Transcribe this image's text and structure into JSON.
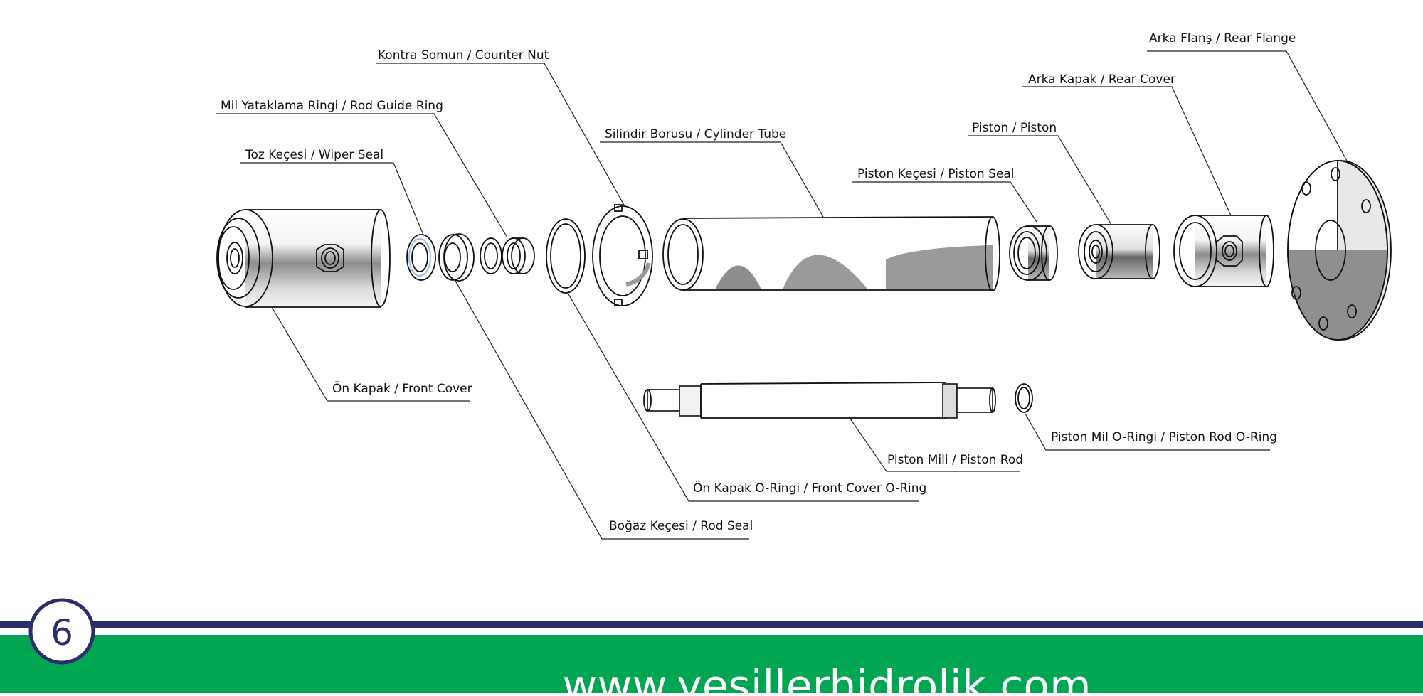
{
  "labels": {
    "kontra_somun": "Kontra Somun / Counter Nut",
    "rod_guide_ring": "Mil Yataklama Ringi / Rod Guide Ring",
    "wiper_seal": "Toz Keçesi / Wiper Seal",
    "cylinder_tube": "Silindir Borusu / Cylinder Tube",
    "piston_seal": "Piston Keçesi / Piston Seal",
    "piston": "Piston / Piston",
    "rear_cover": "Arka Kapak / Rear Cover",
    "rear_flange": "Arka Flanş / Rear Flange",
    "front_cover": "Ön Kapak / Front Cover",
    "piston_rod": "Piston Mili / Piston Rod",
    "piston_rod_oring": "Piston Mil O-Ringi / Piston Rod O-Ring",
    "front_cover_oring": "Ön Kapak O-Ringi / Front Cover O-Ring",
    "rod_seal": "Boğaz Keçesi / Rod Seal"
  },
  "footer": {
    "page_number": "6",
    "website": "www.yesillerhidrolik.com"
  },
  "colors": {
    "brand_green": "#00a651",
    "band_navy": "#2b2e6b",
    "seal_blue": "#2b5fa8"
  }
}
